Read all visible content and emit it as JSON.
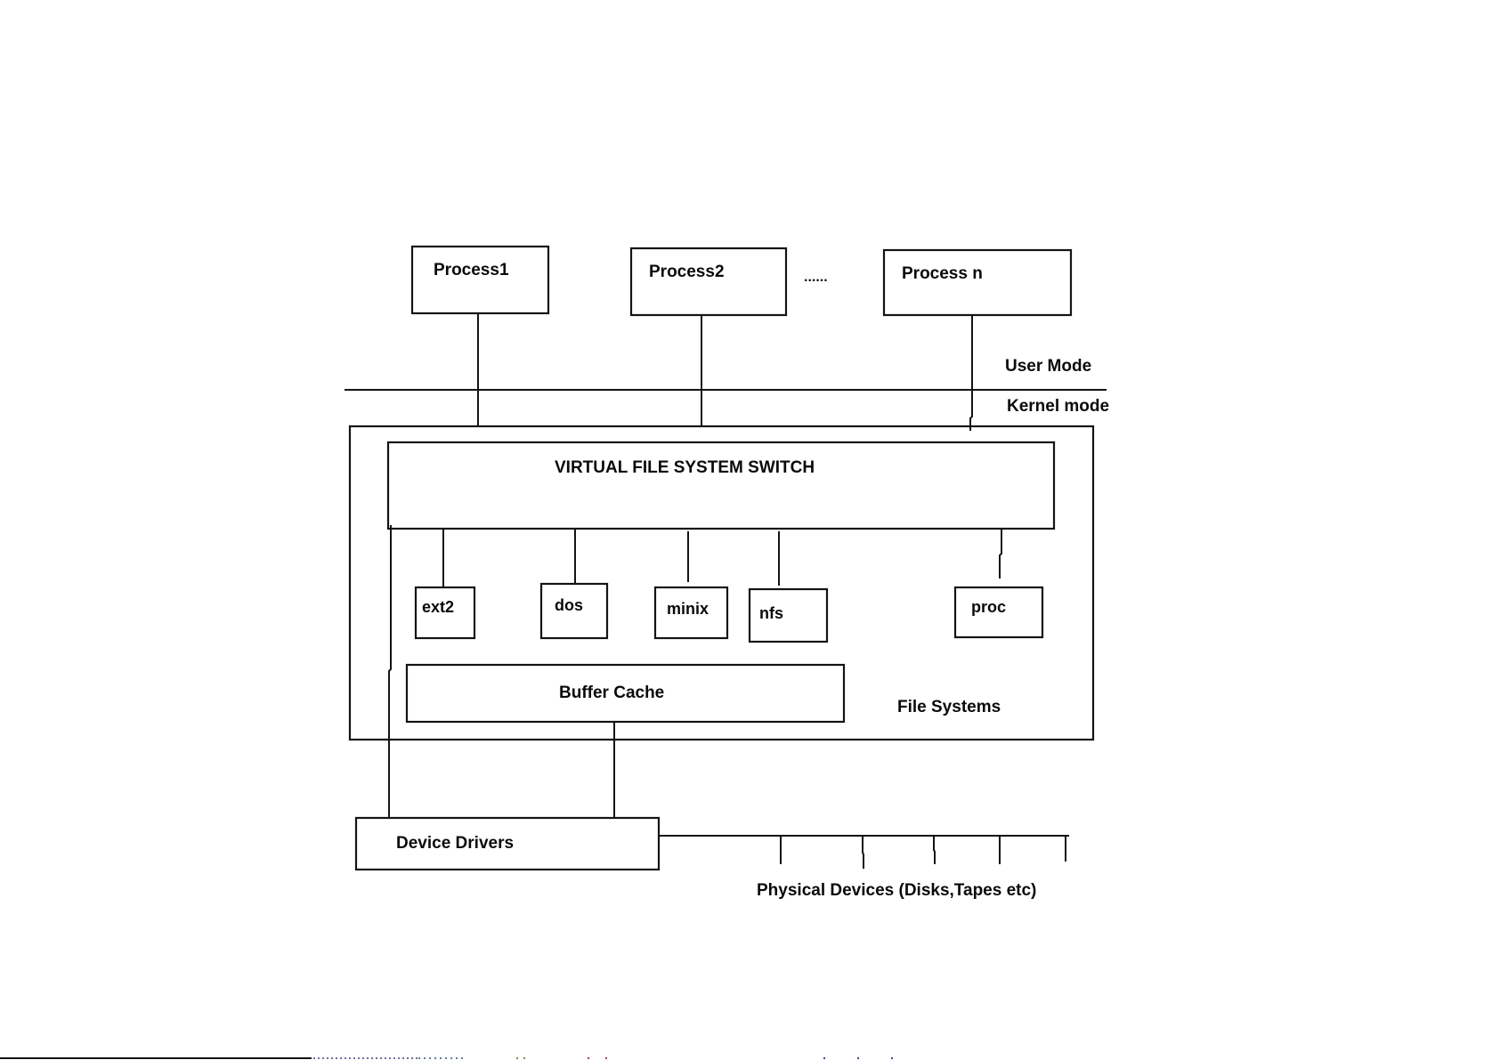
{
  "diagram": {
    "title": "Linux Virtual File System architecture",
    "processes": [
      {
        "id": "process-1",
        "label": "Process1"
      },
      {
        "id": "process-2",
        "label": "Process2"
      },
      {
        "id": "process-n",
        "label": "Process n"
      }
    ],
    "process_ellipsis": "......",
    "mode_labels": {
      "user": "User Mode",
      "kernel": "Kernel mode"
    },
    "vfs": {
      "label": "VIRTUAL FILE SYSTEM SWITCH"
    },
    "file_systems": [
      {
        "id": "ext2",
        "label": "ext2"
      },
      {
        "id": "dos",
        "label": "dos"
      },
      {
        "id": "minix",
        "label": "minix"
      },
      {
        "id": "nfs",
        "label": "nfs"
      },
      {
        "id": "proc",
        "label": "proc"
      }
    ],
    "buffer_cache": {
      "label": "Buffer Cache"
    },
    "file_systems_group": {
      "label": "File Systems"
    },
    "device_drivers": {
      "label": "Device Drivers"
    },
    "physical_devices": {
      "label": "Physical Devices (Disks,Tapes etc)",
      "device_count": 5
    },
    "edges": [
      {
        "from": "Process1",
        "to": "VIRTUAL FILE SYSTEM SWITCH"
      },
      {
        "from": "Process2",
        "to": "VIRTUAL FILE SYSTEM SWITCH"
      },
      {
        "from": "Process n",
        "to": "VIRTUAL FILE SYSTEM SWITCH"
      },
      {
        "from": "VIRTUAL FILE SYSTEM SWITCH",
        "to": "ext2"
      },
      {
        "from": "VIRTUAL FILE SYSTEM SWITCH",
        "to": "dos"
      },
      {
        "from": "VIRTUAL FILE SYSTEM SWITCH",
        "to": "minix"
      },
      {
        "from": "VIRTUAL FILE SYSTEM SWITCH",
        "to": "nfs"
      },
      {
        "from": "VIRTUAL FILE SYSTEM SWITCH",
        "to": "proc"
      },
      {
        "from": "VIRTUAL FILE SYSTEM SWITCH",
        "to": "Device Drivers"
      },
      {
        "from": "Buffer Cache",
        "to": "Device Drivers"
      },
      {
        "from": "Device Drivers",
        "to": "Physical Devices (Disks,Tapes etc)"
      }
    ]
  }
}
